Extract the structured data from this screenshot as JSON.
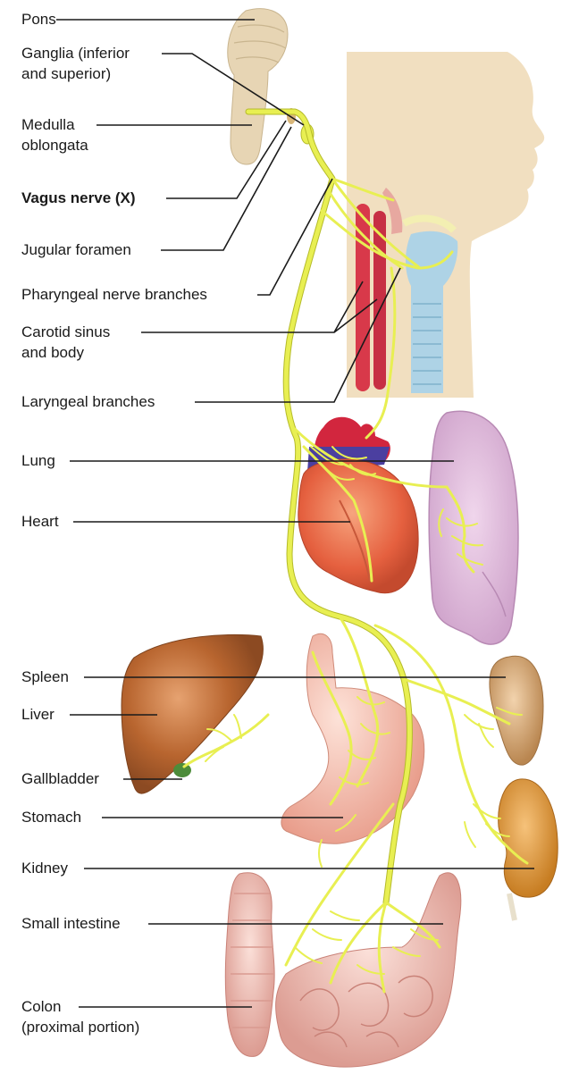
{
  "labels": {
    "pons": "Pons",
    "ganglia_1": "Ganglia (inferior",
    "ganglia_2": "and superior)",
    "medulla_1": "Medulla",
    "medulla_2": "oblongata",
    "vagus": "Vagus nerve (X)",
    "jugular": "Jugular foramen",
    "pharyngeal": "Pharyngeal nerve branches",
    "carotid_1": "Carotid sinus",
    "carotid_2": "and body",
    "laryngeal": "Laryngeal branches",
    "lung": "Lung",
    "heart": "Heart",
    "spleen": "Spleen",
    "liver": "Liver",
    "gallbladder": "Gallbladder",
    "stomach": "Stomach",
    "kidney": "Kidney",
    "small_intestine": "Small intestine",
    "colon_1": "Colon",
    "colon_2": "(proximal portion)"
  },
  "colors": {
    "nerve": "#e8ef52",
    "nerve_outline": "#b5bb2a",
    "leader_line": "#1a1a1a",
    "head": "#f1dfc0",
    "brainstem": "#e7d5b4",
    "artery": "#d8394a",
    "heart": "#e8684a",
    "lung": "#dcb6d8",
    "liver": "#b8652f",
    "gallbladder": "#4d8c3a",
    "stomach": "#f0b1a2",
    "spleen": "#c99a63",
    "kidney": "#d99534",
    "intestine": "#efc0b5",
    "trachea": "#aed3e6"
  }
}
